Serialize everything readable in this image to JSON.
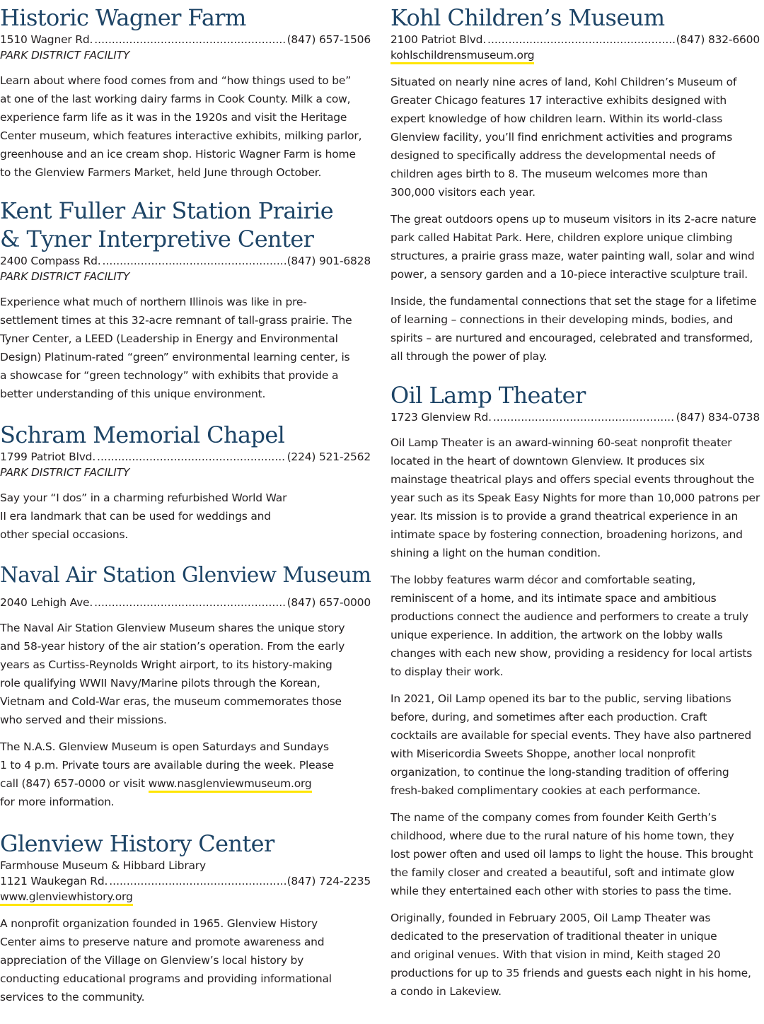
{
  "wagner": {
    "title": "Historic Wagner Farm",
    "address": "1510 Wagner Rd.",
    "phone": "(847) 657-1506",
    "tag": "PARK DISTRICT FACILITY",
    "desc": [
      "Learn about where food comes from and “how things used to be”",
      "at one of the last working dairy farms in Cook County. Milk a cow,",
      "experience farm life as it was in the 1920s and visit the Heritage",
      "Center museum, which features interactive exhibits, milking parlor,",
      "greenhouse and an ice cream shop. Historic Wagner Farm is home",
      "to the Glenview Farmers Market, held June through October."
    ]
  },
  "kent": {
    "title_l1": "Kent Fuller Air Station Prairie",
    "title_l2": "& Tyner Interpretive Center",
    "address": "2400 Compass Rd.",
    "phone": "(847) 901-6828",
    "tag": "PARK DISTRICT FACILITY",
    "desc": [
      "Experience what much of northern Illinois was like in pre-",
      "settlement times at this 32-acre remnant of tall-grass prairie. The",
      "Tyner Center, a LEED (Leadership in Energy and Environmental",
      "Design) Platinum-rated “green” environmental learning center, is",
      "a showcase for “green technology” with exhibits that provide a",
      "better understanding of this unique environment."
    ]
  },
  "schram": {
    "title": "Schram Memorial Chapel",
    "address": "1799 Patriot Blvd.",
    "phone": "(224) 521-2562",
    "tag": "PARK DISTRICT FACILITY",
    "desc": [
      "Say your “I dos” in a charming refurbished World War",
      "II era landmark that can be used for weddings and",
      "other special occasions."
    ]
  },
  "naval": {
    "title": "Naval Air Station Glenview Museum",
    "address": "2040 Lehigh Ave.",
    "phone": "(847) 657-0000",
    "desc1": [
      "The Naval Air Station Glenview Museum shares the unique story",
      "and 58-year history of the air station’s operation. From the early",
      "years as Curtiss-Reynolds Wright airport, to its history-making",
      "role qualifying WWII Navy/Marine pilots through the Korean,",
      "Vietnam and Cold-War eras, the museum commemorates those",
      "who served and their missions."
    ],
    "desc2_l1": "The N.A.S. Glenview Museum is open Saturdays and Sundays",
    "desc2_l2": "1 to 4 p.m. Private tours are available during the week. Please",
    "desc2_l3_pre": "call (847) 657-0000 or visit ",
    "desc2_link": "www.nasglenviewmuseum.org",
    "desc2_l4": "for more information."
  },
  "history": {
    "title": "Glenview History Center",
    "subtitle": "Farmhouse Museum & Hibbard Library",
    "address": "1121 Waukegan Rd.",
    "phone": "(847) 724-2235",
    "website": "www.glenviewhistory.org",
    "desc": [
      "A nonprofit organization founded in 1965. Glenview History",
      "Center aims to preserve nature and promote awareness and",
      "appreciation of the Village on Glenview’s local history by",
      "conducting educational programs and providing informational",
      "services to the community."
    ]
  },
  "kohl": {
    "title": "Kohl Children’s Museum",
    "address": "2100 Patriot Blvd.",
    "phone": "(847) 832-6600",
    "website": "kohlschildrensmuseum.org",
    "desc1": [
      "Situated on nearly nine acres of land, Kohl Children’s Museum of",
      "Greater Chicago features 17 interactive exhibits designed with",
      "expert knowledge of how children learn. Within its world-class",
      "Glenview facility, you’ll find enrichment activities and programs",
      "designed to specifically address the developmental needs of",
      "children ages birth to 8. The museum welcomes more than",
      "300,000 visitors each year."
    ],
    "desc2": [
      "The great outdoors opens up to museum visitors in its 2-acre nature",
      "park called Habitat Park. Here, children explore unique climbing",
      "structures, a prairie grass maze, water painting wall, solar and wind",
      "power, a sensory garden and a 10-piece interactive sculpture trail."
    ],
    "desc3": [
      "Inside, the fundamental connections that set the stage for a lifetime",
      "of learning – connections in their developing minds, bodies, and",
      "spirits – are nurtured and encouraged, celebrated and transformed,",
      "all through the power of play."
    ]
  },
  "oil": {
    "title": "Oil Lamp Theater",
    "address": "1723 Glenview Rd.",
    "phone": "(847) 834-0738",
    "desc1": [
      "Oil Lamp Theater is an award-winning 60-seat nonprofit theater",
      "located in the heart of downtown Glenview. It produces six",
      "mainstage theatrical plays and offers special events throughout the",
      "year such as its Speak Easy Nights for more than 10,000 patrons per",
      "year. Its mission is to provide a grand theatrical experience in an",
      "intimate space by fostering connection, broadening horizons, and",
      "shining a light on the human condition."
    ],
    "desc2": [
      "The lobby features warm décor and comfortable seating,",
      "reminiscent of a home, and its intimate space and ambitious",
      "productions connect the audience and performers to create a truly",
      "unique experience. In addition, the artwork on the lobby walls",
      "changes with each new show, providing a residency for local artists",
      "to display their work."
    ],
    "desc3": [
      "In 2021, Oil Lamp opened its bar to the public, serving libations",
      "before, during, and sometimes after each production. Craft",
      "cocktails are available for special events. They have also partnered",
      "with Misericordia Sweets Shoppe, another local nonprofit",
      "organization, to continue the long-standing tradition of offering",
      "fresh-baked complimentary cookies at each performance."
    ],
    "desc4": [
      "The name of the company comes from founder Keith Gerth’s",
      "childhood, where due to the rural nature of his home town, they",
      "lost power often and used oil lamps to light the house. This brought",
      "the family closer and created a beautiful, soft and intimate glow",
      "while they entertained each other with stories to pass the time."
    ],
    "desc5": [
      "Originally, founded in February 2005, Oil Lamp Theater was",
      "dedicated to the preservation of traditional theater in unique",
      "and original venues. With that vision in mind, Keith staged 20",
      "productions for up to 35 friends and guests each night in his home,",
      "a condo in Lakeview."
    ]
  }
}
